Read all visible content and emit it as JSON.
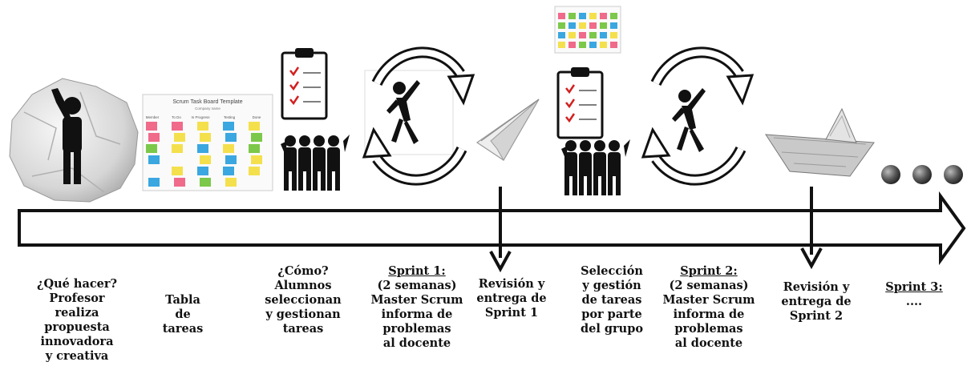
{
  "images": {
    "scrum_board_title": "Scrum Task Board Template",
    "scrum_board_subtitle": "Company name",
    "scrum_board_columns": [
      "Member",
      "To Do",
      "In Progress",
      "Testing",
      "Done"
    ]
  },
  "steps": [
    {
      "id": "profesor",
      "lines": [
        "¿Qué hacer?",
        "Profesor",
        "realiza",
        "propuesta",
        "innovadora",
        "y creativa"
      ],
      "underline_first": false
    },
    {
      "id": "tabla",
      "lines": [
        "Tabla",
        "de",
        "tareas"
      ],
      "underline_first": false
    },
    {
      "id": "alumnos",
      "lines": [
        "¿Cómo?",
        "Alumnos",
        "seleccionan",
        "y gestionan",
        "tareas"
      ],
      "underline_first": false
    },
    {
      "id": "sprint1",
      "lines": [
        "Sprint 1:",
        "(2 semanas)",
        "Master Scrum",
        "informa de",
        "problemas",
        "al docente"
      ],
      "underline_first": true
    },
    {
      "id": "revision1",
      "lines": [
        "Revisión y",
        "entrega de",
        "Sprint 1"
      ],
      "underline_first": false
    },
    {
      "id": "seleccion",
      "lines": [
        "Selección",
        "y gestión",
        "de tareas",
        "por parte",
        "del grupo"
      ],
      "underline_first": false
    },
    {
      "id": "sprint2",
      "lines": [
        "Sprint 2:",
        "(2 semanas)",
        "Master Scrum",
        "informa de",
        "problemas",
        "al docente"
      ],
      "underline_first": true
    },
    {
      "id": "revision2",
      "lines": [
        "Revisión y",
        "entrega de",
        "Sprint 2"
      ],
      "underline_first": false
    },
    {
      "id": "sprint3",
      "lines": [
        "Sprint 3:",
        "...."
      ],
      "underline_first": true
    }
  ],
  "colors": {
    "stroke": "#111111",
    "paper": "#e6e6e6",
    "sticky_yellow": "#f4e04d",
    "sticky_blue": "#3aa7e0",
    "sticky_green": "#7cc84a",
    "sticky_pink": "#f06a8a",
    "check_red": "#d22020"
  }
}
